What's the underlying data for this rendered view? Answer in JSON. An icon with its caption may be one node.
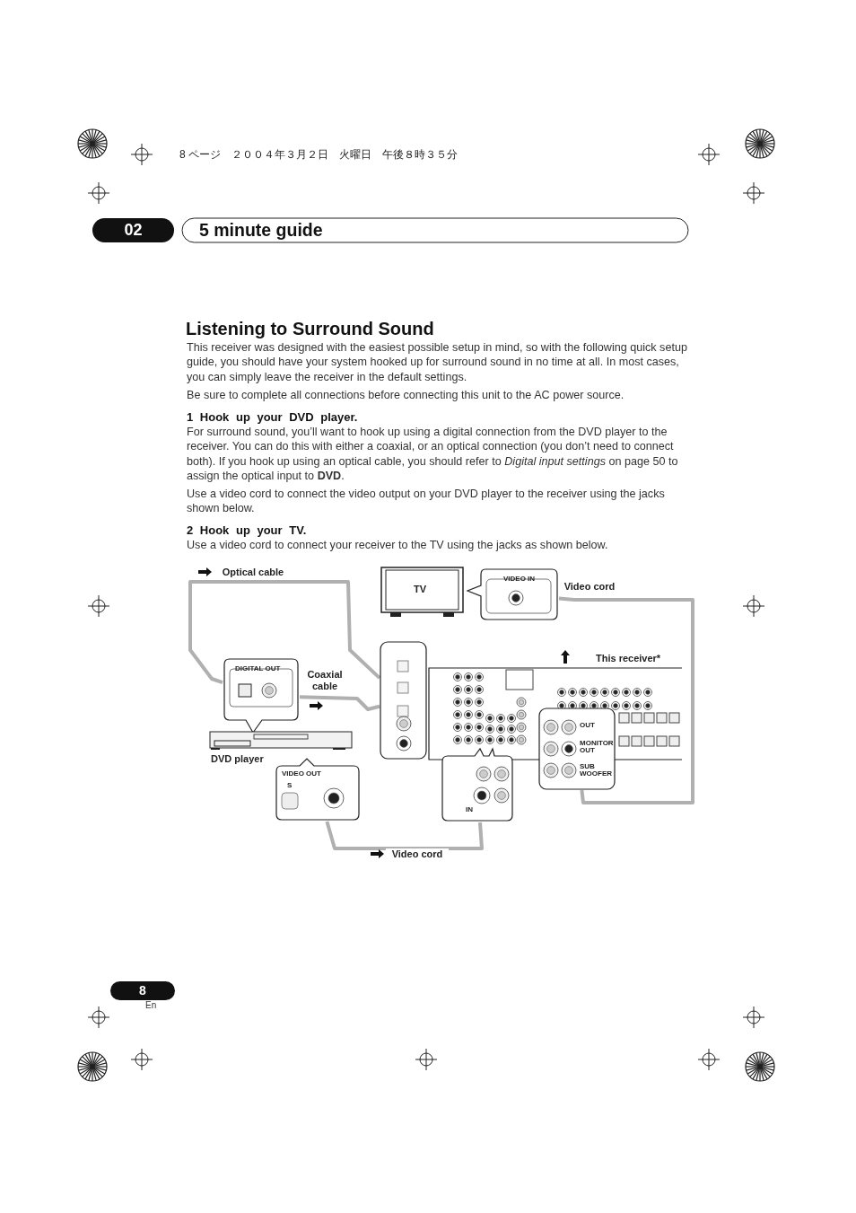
{
  "diagram": {
    "title": "Listening to Surround Sound",
    "nodes": [
      {
        "text": [
          "TV"
        ]
      },
      {
        "text": [
          "VIDEO IN"
        ]
      },
      {
        "text": [
          "DIGITAL OUT"
        ]
      },
      {
        "text": [],
        "shape": "box"
      },
      {
        "text": [
          "This receiver*"
        ]
      },
      {
        "text": [
          "OUT",
          "MONITOR OUT",
          "SUB WOOFER"
        ]
      },
      {
        "text": [
          "DVD player"
        ]
      },
      {
        "text": [
          "VIDEO OUT",
          "S"
        ]
      },
      {
        "text": [
          "IN"
        ]
      }
    ],
    "edges": [
      {
        "from": 2,
        "to": 3,
        "arrow": "none",
        "label": "Optical cable"
      },
      {
        "from": 2,
        "to": 3,
        "arrow": "none",
        "label": "Coaxial cable"
      },
      {
        "from": 7,
        "to": 8,
        "arrow": "none",
        "label": "Video cord"
      },
      {
        "from": 5,
        "to": 1,
        "arrow": "none",
        "label": "Video cord"
      }
    ],
    "labels": [
      "8 ページ　２００４年３月２日　火曜日　午後８時３５分",
      "02",
      "5 minute guide",
      "This receiver was designed with the easiest possible setup in mind, so with the following quick setup guide, you should have your system hooked up for surround sound in no time at all. In most cases, you can simply leave the receiver in the default settings.",
      "Be sure to complete all connections before connecting this unit to the AC power source.",
      "1 Hook up your DVD player.",
      "For surround sound, you’ll want to hook up using a digital connection from the DVD player to the receiver. You can do this with either a coaxial, or an optical connection (you don’t need to connect both). If you hook up using an optical cable, you should refer to *Digital input settings* on page 50 to assign the optical input to **DVD**.",
      "Use a video cord to connect the video output on your DVD player to the receiver using the jacks shown below.",
      "2 Hook up your TV.",
      "Use a video cord to connect your receiver to the TV using the jacks as shown below.",
      "8",
      "En"
    ]
  }
}
